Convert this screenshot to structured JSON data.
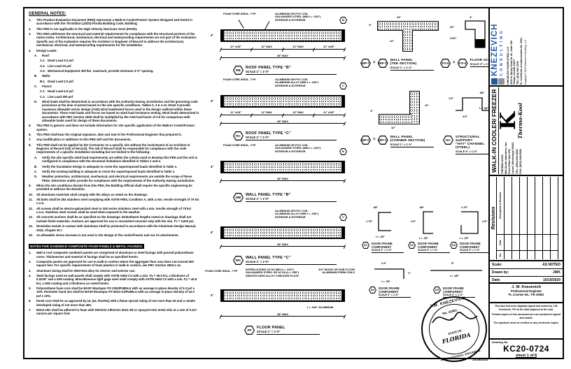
{
  "general_notes": {
    "heading": "GENERAL NOTES:",
    "items": [
      {
        "n": "1.",
        "ind": 0,
        "t": "This Product Evaluation Document (PED) represents a Walk-In Cooler/Freezer System designed and tested in accordance with the 7th Edition (2020) Florida Building Code, Building."
      },
      {
        "n": "2.",
        "ind": 0,
        "t": "This PED is not applicable in the High Velocity Hurricane Zone (HVHZ)."
      },
      {
        "n": "3.",
        "ind": 0,
        "t": "This PED addresses the structural and material requirements for compliance with the structural portions of the noted codes. Architectural, mechanical, electrical and waterproofing requirements are not part of the evaluation. Specific use of the evaluation requires the Architect or Engineer of Record to address the architectural, mechanical, electrical, and waterproofing requirements for the installation."
      },
      {
        "n": "4.",
        "ind": 0,
        "t": "Design Loads:"
      },
      {
        "n": "A.",
        "ind": 1,
        "t": "Roof:"
      },
      {
        "n": "A.1.",
        "ind": 2,
        "t": "Dead Load    3.0    psf"
      },
      {
        "n": "A.2.",
        "ind": 2,
        "t": "Live Load    20    psf"
      },
      {
        "n": "A.3.",
        "ind": 2,
        "t": "Mechanical Equipment    300 lbs. max/each, provide minimum 4′-0″ spacing."
      },
      {
        "n": "B.",
        "ind": 1,
        "t": "Walls:"
      },
      {
        "n": "B.1.",
        "ind": 2,
        "t": "Dead Load    2.0    psf"
      },
      {
        "n": "C.",
        "ind": 1,
        "t": "Floors:"
      },
      {
        "n": "C.1.",
        "ind": 2,
        "t": "Dead Load    4.0    psf"
      },
      {
        "n": "C.2.",
        "ind": 2,
        "t": "Live Load    300    psf"
      },
      {
        "n": "D.",
        "ind": 1,
        "t": "Wind loads shall be determined in accordance with the Authority Having Jurisdiction and the governing code provisions at the time of permit based on the site specific conditions. Tables 2, 3 & 4 on Sheet 3 provide maximum allowable stress design (ASD) wind loads/wind forces used in the design outlined within these documents. These ASD loads and forces are based on wind load resistance testing. Wind loads determined in accordance with FBC Section 1609 shall be multiplied by the ASD load factor of 0.6 for comparison with allowable loads used for design of these documents."
      },
      {
        "n": "5.",
        "ind": 0,
        "t": "This PED is generic and does not include information for site specific application of the Walk-In Cooler/Freezer system."
      },
      {
        "n": "6.",
        "ind": 0,
        "t": "This PED shall bear the original signature, date and seal of the Professional Engineer that prepared it."
      },
      {
        "n": "7.",
        "ind": 0,
        "t": "Any modification or additions to this PED will void the documents."
      },
      {
        "n": "8.",
        "ind": 0,
        "t": "This PED shall not be applied by the Contractor on a specific site without the involvement of an Architect or Engineer of Record (A/E of Record). The A/E of Record shall be responsible for compliance with the code requirements of a specific installation including but not limited to the following:"
      },
      {
        "n": "A.",
        "ind": 1,
        "t": "Verify the site specific wind load requirements are within the criteria used to develop this PED and the unit is configured in compliance with the structural limitations identified in Tables 1 and 2."
      },
      {
        "n": "B.",
        "ind": 1,
        "t": "Verify the foundation design is adequate to resist the superimposed loads identified in Table 1."
      },
      {
        "n": "C.",
        "ind": 1,
        "t": "Verify the existing building is adequate to resist the superimposed loads identified in Table 1."
      },
      {
        "n": "D.",
        "ind": 1,
        "t": "Weather protection, architectural, mechanical, and electrical requirements are outside the scope of these PEDs. Determine and/or provide for compliance with the requirements of the Authority Having Jurisdiction."
      },
      {
        "n": "9.",
        "ind": 0,
        "t": "When the site conditions deviate from this PED, the Building Official shall require the specific engineering be provided to address the deviation."
      },
      {
        "n": "10.",
        "ind": 0,
        "t": "All aluminum materials shall comply with the alloys as noted on the drawings."
      },
      {
        "n": "11.",
        "ind": 0,
        "t": "All bolts shall be 304 stainless steel complying with ASTM F593, Condition A, with a min. tensile strength of 70 ksi u.o.n."
      },
      {
        "n": "12.",
        "ind": 0,
        "t": "All screws shall be electro-galvanized steel or 300 series stainless steel with a min. tensile strength of 70 ksi u.o.n. Stainless steel screws shall be used when exposed to the weather."
      },
      {
        "n": "13.",
        "ind": 0,
        "t": "All concrete anchors shall be as specified on the drawings. Embedment lengths noted on drawings shall not include finish materials. Anchors are approved for use in uncracked concrete only with the min. f'c = 3,000 psi."
      },
      {
        "n": "14.",
        "ind": 0,
        "t": "Dissimilar metals in contact with aluminum shall be protected in accordance with the Aluminum Design Manual, 2015, Chapter M.7."
      },
      {
        "n": "15.",
        "ind": 0,
        "t": "An allowable stress increase is not used in the design of the cooler/freezer unit nor its attachments."
      }
    ]
  },
  "panel_notes": {
    "heading": "NOTES FOR SANDWICH COMPOSITE FOAM PANELS & METAL FACINGS:",
    "items": [
      {
        "n": "1.",
        "ind": 0,
        "t": "Wall & roof composite sandwich panels are comprised of aluminum or steel facings with poured polyurethane cores. Thicknesses and material of facings shall be as specified herein."
      },
      {
        "n": "2.",
        "ind": 0,
        "t": "Composite panels are approved for use in walk-in coolers where the aggregate floor area does not exceed 400 square feet. For specific requirements of foam plastics in walk-in coolers, see FBC Section 2604.1.14."
      },
      {
        "n": "3.",
        "ind": 0,
        "t": "Aluminum facing shall be 3003-H14 alloy for interior and exterior use."
      },
      {
        "n": "4.",
        "ind": 0,
        "t": "Steel facings used on wall panels shall comply with ASTM A653 CS with a min. Fy = 40.0 ksi, a thickness of 0.0236″ and a G90 coating. Miscellaneous light gage steel shall comply with ASTM A653 CS with a min. Fy = 40.5 ksi, a G60 coating and a thickness as noted herein."
      },
      {
        "n": "5.",
        "ind": 0,
        "t": "Polyurethane foam core shall be BASF Elastopor PS 2352/PU80LU with an average in-place density of 2.3 pcf ± 10%. Perimeter hand mix shall be BASF Elastopor PS 80X2-21/PU80LU with an average in-place density of 10.0 pcf ± 10%."
      },
      {
        "n": "6.",
        "ind": 0,
        "t": "Panel core shall be as approved by UL (UL R14761) with a flame spread rating of not more than 25 and a smoke developed rating of not more than 450."
      },
      {
        "n": "7.",
        "ind": 0,
        "t": "Metal skin shall be adhered to foam with Helmitin Adhesive 4012 AB or sprayed onto metal skin at a rate of 0.117 ounces per square foot."
      }
    ]
  },
  "details": {
    "roof_b": {
      "tag": "RB",
      "title": "ROOF PANEL TYPE “B”",
      "scale": "SCALE 1″ = 1′-0″",
      "keynote": "B",
      "call_left": "FOAM CORE\nINSUL, TYP.",
      "cr1": "ALUMINUM OR PVC COIL",
      "cr2": "GALVANIZED STEEL (MIN t = .024″)",
      "cr3": "INTERIOR & EXTERIOR",
      "thk": "4″",
      "s1": "11″ ±1/8″",
      "s2": "12″ MAX",
      "s3": "12″ MAX",
      "s4": "11″ ±1/8″",
      "overall": "46″ MAX"
    },
    "roof_c": {
      "tag": "RC",
      "title": "ROOF PANEL TYPE “C”",
      "scale": "SCALE 1″ = 1′-0″",
      "keynote": "C",
      "call_left": "FOAM CORE\nINSUL, TYP.",
      "cr1": "ALUMINUM OR PVC COIL",
      "cr2": "ALUMINUM ALLOY (MIN t = .040″)",
      "cr3": "INTERIOR & EXTERIOR",
      "thk": "4″",
      "s1": "11″ ±1/8″",
      "s2": "12″ MAX",
      "s3": "12″ MAX",
      "s4": "11″ ±1/8″",
      "overall": "46″ MAX"
    },
    "wall_b": {
      "tag": "WB",
      "title": "WALL PANEL TYPE “B”",
      "scale": "SCALE 1″ = 1′-0″",
      "keynote": "B",
      "call_left": "FOAM CORE\nINSUL, TYP.",
      "cr1": "ALUMINUM OR PVC COIL",
      "cr2": "GALVANIZED STEEL (MIN t = .024″)",
      "cr3": "INTERIOR & EXTERIOR",
      "thk": "4″",
      "overall": "46″ MAX"
    },
    "wall_c": {
      "tag": "WC",
      "title": "WALL PANEL TYPE “C”",
      "scale": "SCALE 1″ = 1′-0″",
      "keynote": "C",
      "cr1": "ALUMINUM OR PVC COIL",
      "cr2": "ALUMINUM ALLOY (MIN t = .040″)",
      "cr3": "INTERIOR & EXTERIOR",
      "thk": "4″",
      "overall": "46″ MAX"
    },
    "floor": {
      "tag": "FP",
      "title": "FLOOR PANEL",
      "scale": "SCALE 1″ = 1′-0″",
      "call_left": "FOAM CORE\nINSUL, TYP.",
      "ct1": "INTERLOCKING 24 GA MIN (t = .024″)",
      "ct2": "GALVANIZED STEEL OR 16 GA (t = .059″)",
      "ct3": "SMOOTH HIGH ALLOY CHECKER PLATE",
      "cr1": "3/4″ WOOD OR SUB FLOOR",
      "cr2": "ALUMINUM FORM COILS",
      "cr3": "t = .040″ ALUMINUM",
      "thk": "4″",
      "overall": "48″ MAX"
    },
    "tee": {
      "tag1": "WP-T",
      "tag2": "WP-T",
      "title": "WALL PANEL",
      "subtitle": "(TEE SECTION)",
      "scale": "SCALE 1″ = 1′-0″",
      "dim_top": "24″",
      "dim_thk": "4″",
      "dim_stem": "12″"
    },
    "screed": {
      "tag1": "FS-5",
      "tag2": "FS-4",
      "title": "FLOOR SCREED",
      "scale": "SCALE 3″ = 1′-0″",
      "dim_a": "4″",
      "dim_b": "4.63″",
      "dim_ang": "20°"
    },
    "corner": {
      "tag1": "WP-C",
      "tag2": "WP-C",
      "title": "WALL PANEL",
      "subtitle": "(CORNER SECTION)",
      "scale": "SCALE 1″ = 1′-0″",
      "dim_h": "12″",
      "dim_v": "12″",
      "dim_thk": "4″"
    },
    "hat": {
      "tag": "HC",
      "title": "STRUCTURAL SUPPORT",
      "subtitle": "“HAT” CHANNEL (STEEL)",
      "scale": "SCALE 3″ = 1′-0″",
      "dim_h": "1.5″",
      "dim_w": "4.5″",
      "dim_t": "t = .08″",
      "dim_lip": ".88″"
    },
    "door": {
      "label1": "DOOR FRAME",
      "label2": "COMPONENT",
      "scale": "SCALE 3″ = 1′-0″",
      "items": [
        {
          "tag": "D1",
          "da": ".88″",
          "db": ".88″",
          "dh": "1.75″",
          "dt": "t = .05″"
        },
        {
          "tag": "D2",
          "da": ".88″",
          "db": "",
          "dh": "2.5″",
          "dt": "t = .05″"
        },
        {
          "tag": "D3",
          "da": "1.75″",
          "db": "",
          "dh": "2.5″",
          "dt": "t = .05″"
        },
        {
          "tag": "D4",
          "da": "2.5″",
          "db": "1″",
          "dh": "",
          "dt": "t = .05″"
        },
        {
          "tag": "D5",
          "da": "5″",
          "db": "",
          "dh": "",
          "dt": "t = .05″"
        }
      ]
    }
  },
  "titleblock": {
    "logo": {
      "name1": "KNEZEVICH",
      "name2": "CONSULTING",
      "company": "KNEZEVICH CONSULTING, LLC",
      "addr1": "3030 N. Rocky Point Dr. W., Suite 150",
      "addr2": "Tampa, Florida 33607",
      "phone": "TEL: (813) 960-3708",
      "cert": "FL Certificate of Authorization No. 9381",
      "copyright": "Copyright © 2020 Knezevich Consulting, LLC",
      "brand_blue": "#2456a4",
      "brand_gray": "#8f9399"
    },
    "project": {
      "title": "WALK-IN COOLER/ FREEZER",
      "mfr_name": "THERMO-KOOL",
      "mfr1": "Mid-South Industries, Inc.",
      "mfr2": "Post Office Box 230",
      "mfr3": "Laurel, Mississippi 39441",
      "mfr4": "TEL: (601) 649-4600",
      "mfr5": "FAX: (601) 649-0558",
      "logo_k": "K",
      "logo_text": "Thermo-Kool"
    },
    "revisions": {
      "label": "Revisions",
      "h1": "No.",
      "h2": "Date",
      "h3": "Description of Revision"
    },
    "info": {
      "scale_label": "Scale:",
      "scale": "AS NOTED",
      "drawn_label": "Drawn by:",
      "drawn": "JWK",
      "date_label": "Date:",
      "date": "10/19/2020"
    },
    "engineer": {
      "name": "J. W. Knezevich",
      "title": "Professional Engineer",
      "license": "FL License No.: PE 41861"
    },
    "cert": {
      "p1": "This item has been digitally signed and sealed by J.W. Knezevich, PE on the date adjacent to the seal.",
      "p2": "Printed copies of this document are not considered signed and sealed.",
      "p3": "The signature must be verified on any electronic copies."
    },
    "drawing": {
      "label": "Drawing No.",
      "number": "KC20-0724",
      "sheet": "sheet 1 of 8"
    }
  },
  "seal": {
    "arc_top": "J.W. KNEZEVICH",
    "no": "No. 41861",
    "star": "★",
    "state": "STATE OF",
    "fl": "FLORIDA",
    "arc_bottom": "PROFESSIONAL ENGINEER",
    "date": "10/19/2020"
  },
  "misc": {
    "eq": "="
  }
}
